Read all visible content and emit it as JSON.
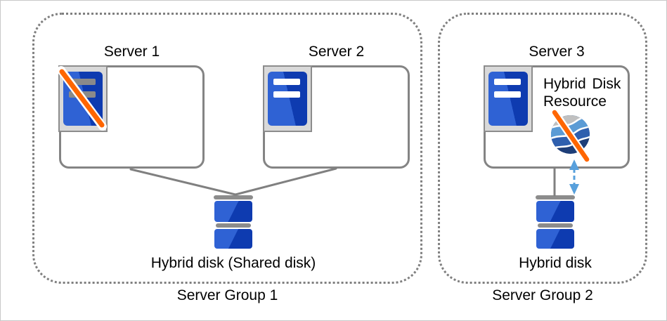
{
  "groups": [
    {
      "label": "Server Group 1",
      "servers": [
        {
          "title": "Server 1",
          "status": "failed"
        },
        {
          "title": "Server 2",
          "status": "running"
        }
      ],
      "disk_label": "Hybrid disk (Shared disk)"
    },
    {
      "label": "Server Group 2",
      "servers": [
        {
          "title": "Server 3",
          "status": "running"
        }
      ],
      "resource_label": "Hybrid Disk Resource",
      "resource_status": "failed",
      "disk_label": "Hybrid disk"
    }
  ],
  "icons": {
    "server": "server-tower-icon",
    "disk": "disk-stack-icon",
    "hybrid_disk_resource": "striped-globe-icon",
    "failure": "orange-slash-icon",
    "sync": "dashed-double-arrow-icon"
  },
  "colors": {
    "server_blue_light": "#2f62d4",
    "server_blue_dark": "#0e3bb0",
    "failure_slash_orange": "#ff6600",
    "connector_gray": "#808080",
    "sync_arrow_blue": "#58a0dc",
    "inactive_bar_gray": "#8a8a8a",
    "frame_gray": "#d9d9d9",
    "globe_gray": "#c0c0c0",
    "globe_light_blue": "#5b9bd5",
    "globe_medium_blue": "#2e5fae",
    "globe_navy": "#1e3e78"
  }
}
